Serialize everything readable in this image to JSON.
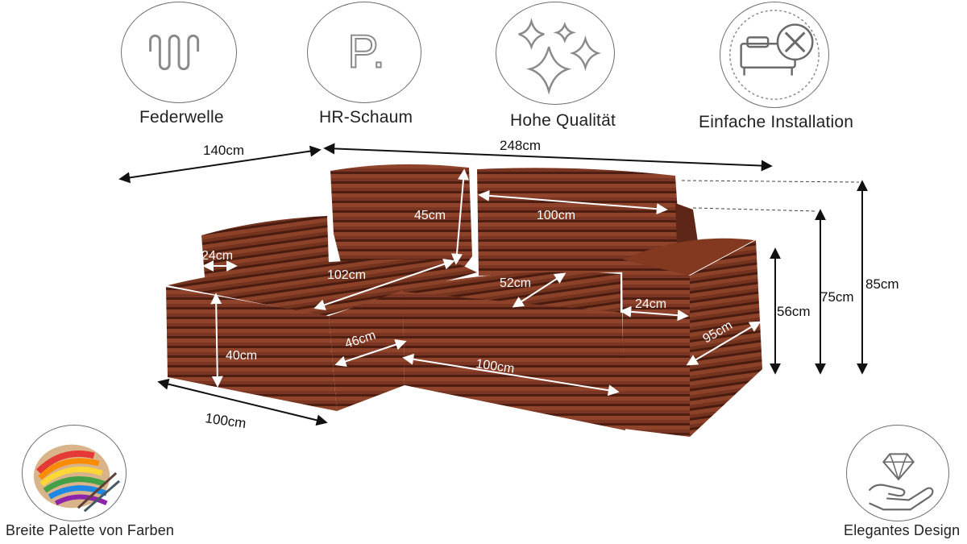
{
  "features": {
    "federwelle": "Federwelle",
    "hr_schaum": "HR-Schaum",
    "hr_icon_text": "P.",
    "hohe_qualitat": "Hohe Qualität",
    "installation": "Einfache Installation",
    "palette": "Breite Palette von Farben",
    "design": "Elegantes Design"
  },
  "dimensions": {
    "total_depth": "140cm",
    "total_width": "248cm",
    "back_height": "45cm",
    "back_width": "100cm",
    "armrest_left": "24cm",
    "chaise_length": "102cm",
    "seat_depth": "52cm",
    "armrest_right": "24cm",
    "seat_height": "40cm",
    "chaise_width": "46cm",
    "front_width": "100cm",
    "arm_depth": "95cm",
    "arm_height": "56cm",
    "height_mid": "75cm",
    "height_total": "85cm",
    "chaise_depth": "100cm"
  },
  "colors": {
    "upholstery": "#7a3622",
    "upholstery_dark": "#4f1e12",
    "upholstery_light": "#9a4b33",
    "arrow_white": "#ffffff",
    "arrow_dark": "#111111"
  }
}
